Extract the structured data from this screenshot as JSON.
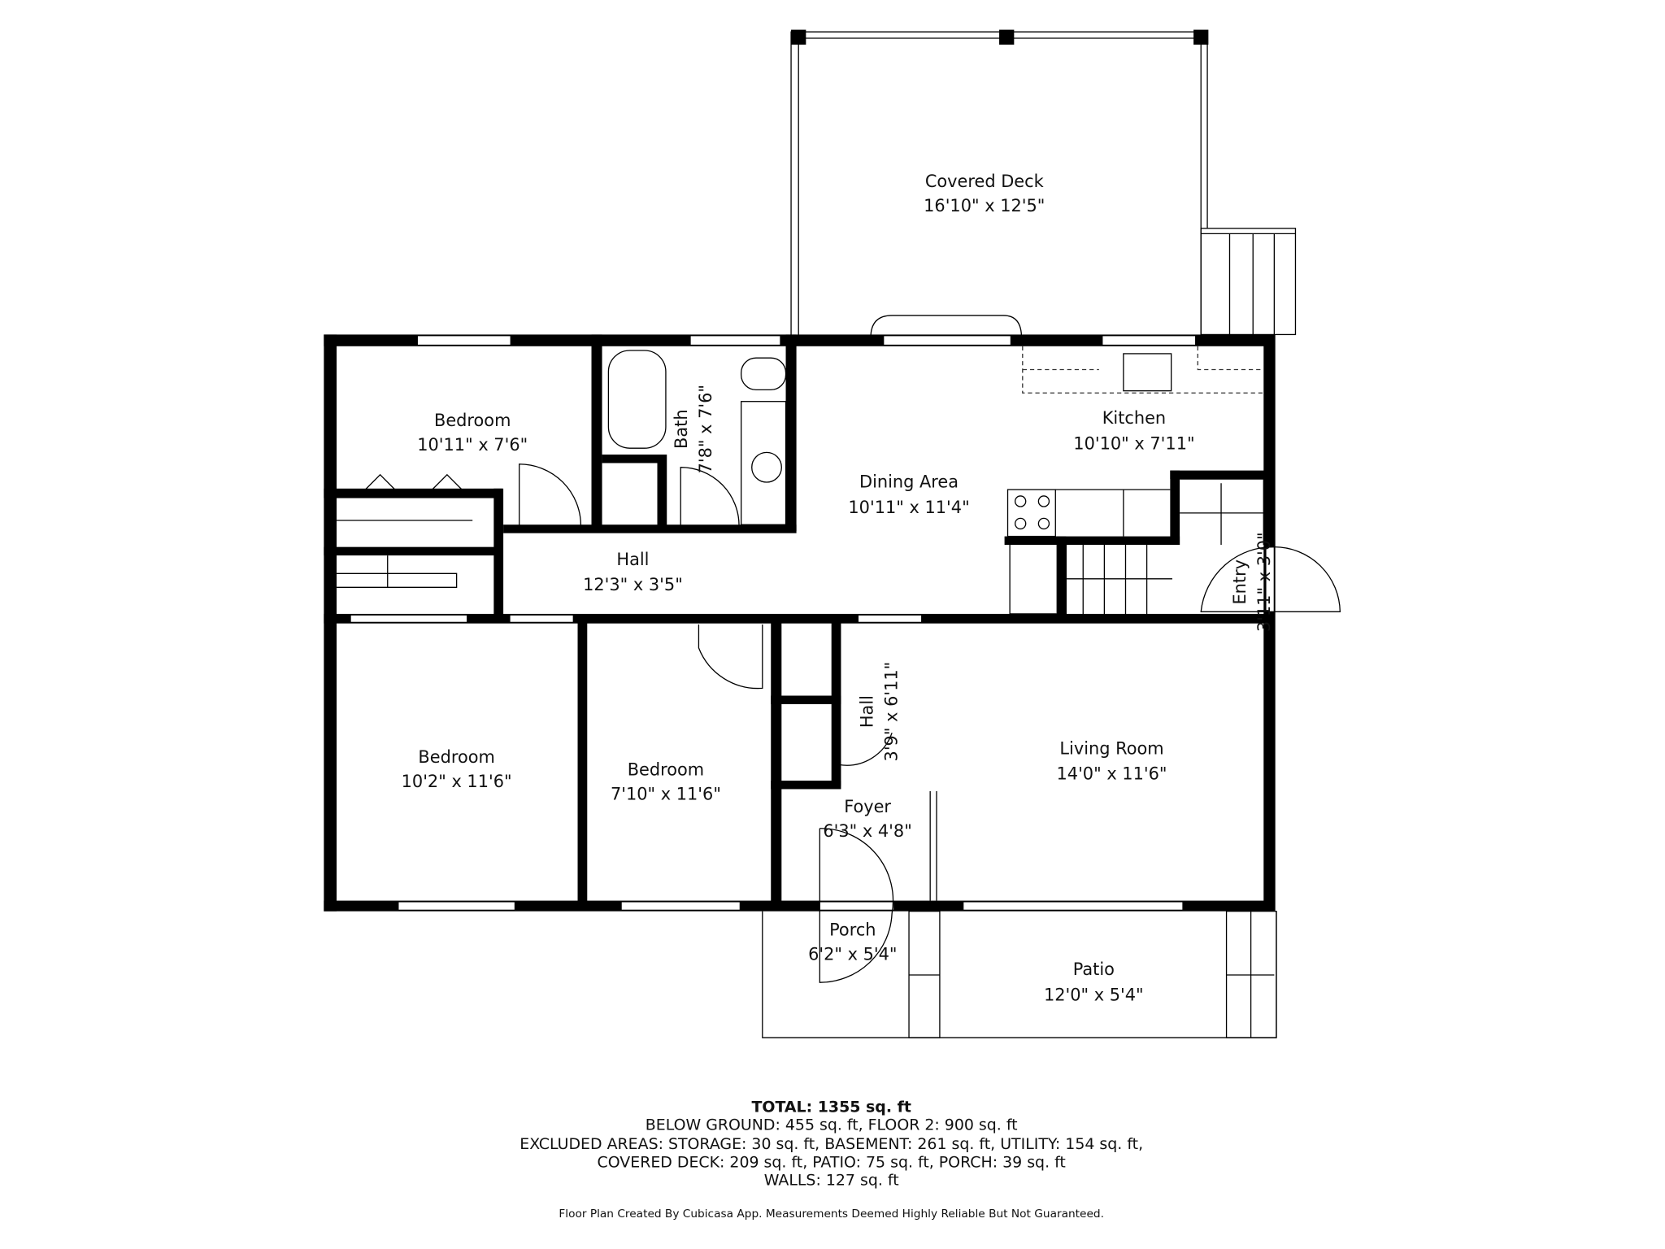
{
  "rooms": [
    {
      "name": "Covered Deck",
      "size": "16'10\" x 12'5\""
    },
    {
      "name": "Bedroom",
      "size": "10'11\" x 7'6\""
    },
    {
      "name": "Bath",
      "size": "7'8\" x 7'6\""
    },
    {
      "name": "Dining Area",
      "size": "10'11\" x 11'4\""
    },
    {
      "name": "Kitchen",
      "size": "10'10\" x 7'11\""
    },
    {
      "name": "Hall",
      "size": "12'3\" x 3'5\""
    },
    {
      "name": "Entry",
      "size": "3'11\" x 3'0\""
    },
    {
      "name": "Bedroom",
      "size": "10'2\" x 11'6\""
    },
    {
      "name": "Bedroom",
      "size": "7'10\" x 11'6\""
    },
    {
      "name": "Hall",
      "size": "3'9\" x 6'11\""
    },
    {
      "name": "Living Room",
      "size": "14'0\" x 11'6\""
    },
    {
      "name": "Foyer",
      "size": "6'3\" x 4'8\""
    },
    {
      "name": "Porch",
      "size": "6'2\" x 5'4\""
    },
    {
      "name": "Patio",
      "size": "12'0\" x 5'4\""
    }
  ],
  "summary": {
    "total": "TOTAL: 1355 sq. ft",
    "lines": [
      "BELOW GROUND: 455 sq. ft, FLOOR 2: 900 sq. ft",
      "EXCLUDED AREAS: STORAGE: 30 sq. ft, BASEMENT: 261 sq. ft, UTILITY: 154 sq. ft,",
      "COVERED DECK: 209 sq. ft, PATIO: 75 sq. ft, PORCH: 39 sq. ft",
      "WALLS: 127 sq. ft"
    ],
    "credit": "Floor Plan Created By Cubicasa App. Measurements Deemed Highly Reliable But Not Guaranteed."
  }
}
